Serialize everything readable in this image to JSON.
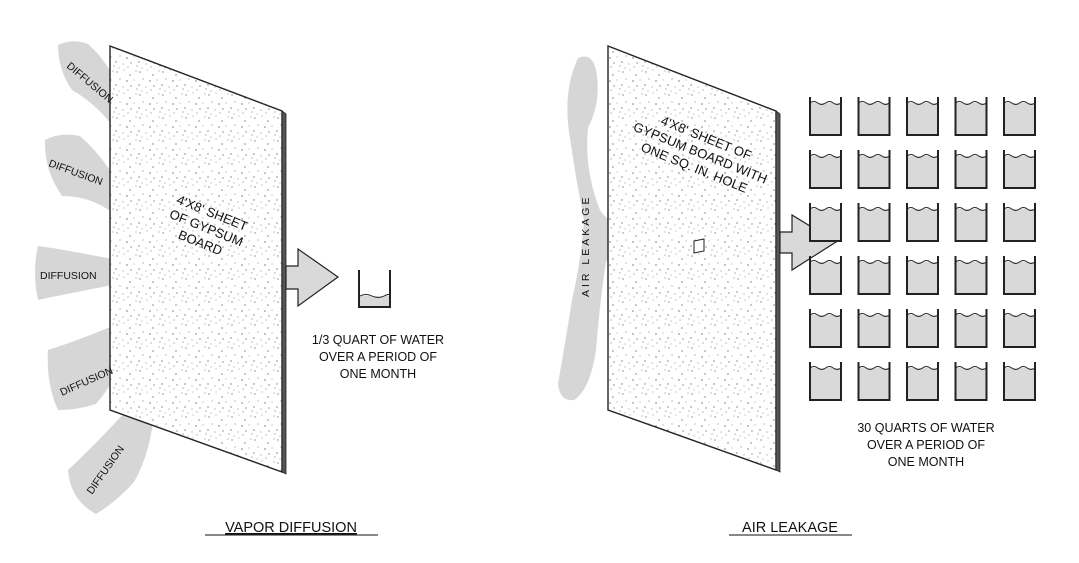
{
  "vapor": {
    "diffusion_label": "DIFFUSION",
    "board_lines": [
      "4'X8' SHEET",
      "OF GYPSUM",
      "BOARD"
    ],
    "result_lines": [
      "1/3 QUART OF WATER",
      "OVER A PERIOD OF",
      "ONE MONTH"
    ],
    "caption": "VAPOR DIFFUSION"
  },
  "air": {
    "leakage_label": "AIR LEAKAGE",
    "board_lines": [
      "4'X8' SHEET OF",
      "GYPSUM BOARD WITH",
      "ONE SQ. IN. HOLE"
    ],
    "result_lines": [
      "30 QUARTS OF WATER",
      "OVER A PERIOD OF",
      "ONE MONTH"
    ],
    "caption": "AIR LEAKAGE",
    "container_rows": 6,
    "container_cols": 5
  },
  "colors": {
    "stream": "#d6d6d6",
    "container": "#d9d9d9",
    "line": "#222222"
  }
}
